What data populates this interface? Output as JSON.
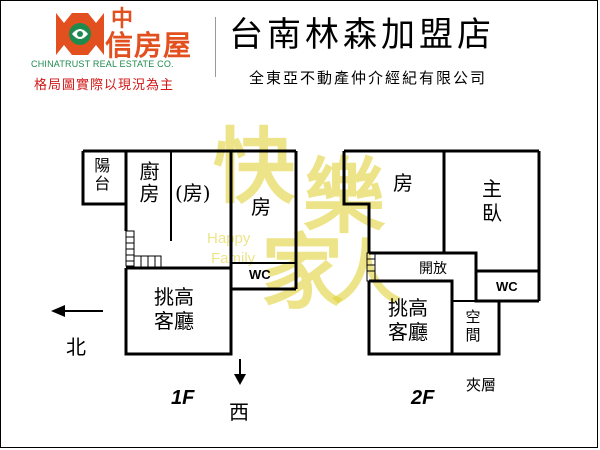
{
  "header": {
    "logo_line1": "中",
    "logo_line2": "信房屋",
    "logo_english": "CHINATRUST REAL ESTATE CO.",
    "disclaimer": "格局圖實際以現況為主",
    "store_name": "台南林森加盟店",
    "company_name": "全東亞不動產仲介經紀有限公司"
  },
  "watermark": {
    "char_top": "快",
    "char_right": "樂",
    "char_bottom": "家",
    "char_right_bottom": "人",
    "text_happy": "Happy",
    "text_family": "Family"
  },
  "floor1": {
    "label": "1F",
    "rooms": {
      "balcony": "陽台",
      "kitchen": "廚房",
      "room_paren": "(房)",
      "room": "房",
      "wc": "WC",
      "living": "挑高客廳"
    },
    "compass_north": "北",
    "compass_west": "西"
  },
  "floor2": {
    "label": "2F",
    "rooms": {
      "room": "房",
      "master": "主臥",
      "open": "開放",
      "wc": "WC",
      "living": "挑高客廳",
      "empty": "空間"
    },
    "mezzanine": "夾層"
  },
  "colors": {
    "logo_orange": "#e2501f",
    "logo_green": "#1f8a4d",
    "disclaimer_red": "#d01818",
    "watermark_yellow": "#dece28"
  }
}
